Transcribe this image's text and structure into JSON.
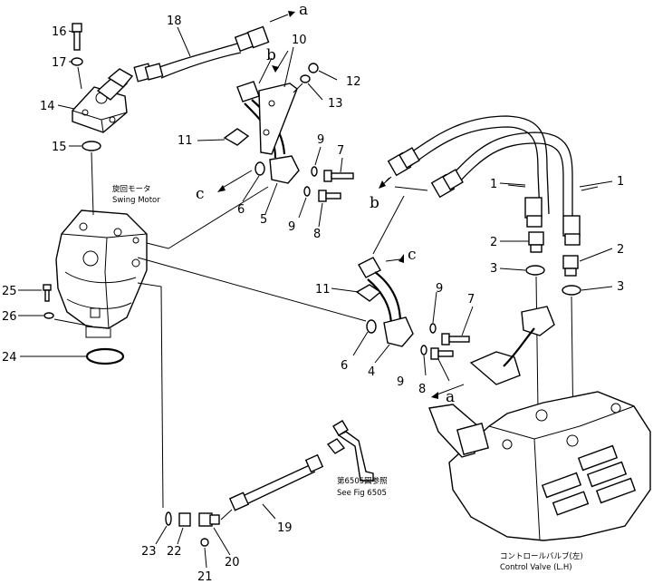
{
  "diagram": {
    "callouts": [
      "1",
      "1",
      "2",
      "2",
      "3",
      "3",
      "4",
      "5",
      "6",
      "6",
      "7",
      "7",
      "8",
      "8",
      "9",
      "9",
      "9",
      "9",
      "10",
      "11",
      "11",
      "12",
      "13",
      "14",
      "15",
      "16",
      "17",
      "18",
      "19",
      "20",
      "21",
      "22",
      "23",
      "24",
      "25",
      "26"
    ],
    "flow_letters": [
      "a",
      "a",
      "b",
      "b",
      "c",
      "c"
    ],
    "captions": {
      "swing_motor_jp": "旋回モータ",
      "swing_motor_en": "Swing Motor",
      "see_fig_jp": "第6505図参照",
      "see_fig_en": "See Fig 6505",
      "control_valve_jp": "コントロールバルブ(左)",
      "control_valve_en": "Control Valve (L.H)"
    }
  }
}
